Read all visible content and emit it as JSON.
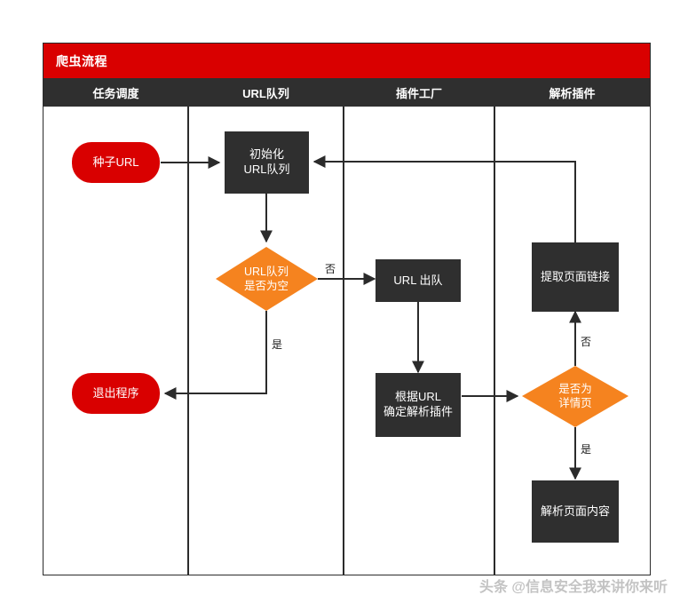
{
  "diagram": {
    "title": "爬虫流程",
    "title_bar_color": "#d90000",
    "lane_header_color": "#2f2f2f",
    "process_color": "#2f2f2f",
    "terminator_color": "#d90000",
    "decision_color": "#f5831f",
    "line_color": "#2b2b2b"
  },
  "lanes": [
    {
      "label": "任务调度"
    },
    {
      "label": "URL队列"
    },
    {
      "label": "插件工厂"
    },
    {
      "label": "解析插件"
    }
  ],
  "nodes": {
    "seed_url": {
      "label": "种子URL",
      "type": "terminator",
      "lane": "任务调度"
    },
    "exit_program": {
      "label": "退出程序",
      "type": "terminator",
      "lane": "任务调度"
    },
    "init_queue": {
      "label": "初始化\nURL队列",
      "type": "process",
      "lane": "URL队列"
    },
    "queue_empty": {
      "label": "URL队列\n是否为空",
      "type": "decision",
      "lane": "URL队列"
    },
    "url_dequeue": {
      "label": "URL 出队",
      "type": "process",
      "lane": "插件工厂"
    },
    "pick_plugin": {
      "label": "根据URL\n确定解析插件",
      "type": "process",
      "lane": "插件工厂"
    },
    "extract_links": {
      "label": "提取页面链接",
      "type": "process",
      "lane": "解析插件"
    },
    "is_detail_page": {
      "label": "是否为\n详情页",
      "type": "decision",
      "lane": "解析插件"
    },
    "parse_content": {
      "label": "解析页面内容",
      "type": "process",
      "lane": "解析插件"
    }
  },
  "edge_labels": {
    "queue_empty_no": "否",
    "queue_empty_yes": "是",
    "detail_no": "否",
    "detail_yes": "是"
  },
  "watermark": {
    "text": "头条 @信息安全我来讲你来听"
  }
}
